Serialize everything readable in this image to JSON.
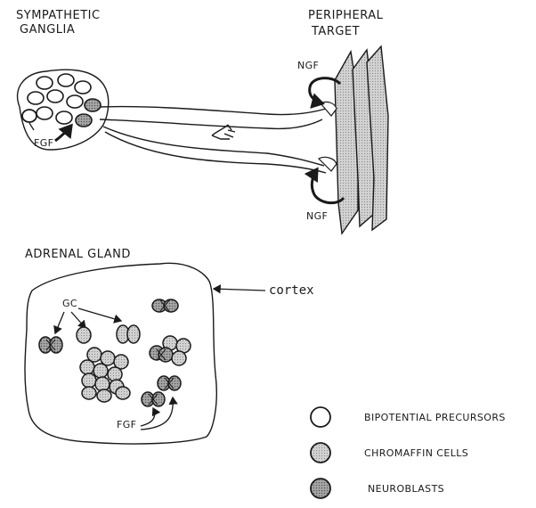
{
  "labels": {
    "sympathetic_ganglia_line1": "SYMPATHETIC",
    "sympathetic_ganglia_line2": "GANGLIA",
    "peripheral_target_line1": "PERIPHERAL",
    "peripheral_target_line2": "TARGET",
    "ngf_top": "NGF",
    "ngf_bottom": "NGF",
    "fgf_ganglia": "FGF",
    "adrenal_gland": "ADRENAL GLAND",
    "gc": "GC",
    "cortex": "cortex",
    "fgf_adrenal": "FGF"
  },
  "legend": [
    {
      "label": "BIPOTENTIAL PRECURSORS",
      "style": "precursor",
      "color": "#ffffff"
    },
    {
      "label": "CHROMAFFIN CELLS",
      "style": "chromaffin",
      "color": "#c8c8c8"
    },
    {
      "label": "NEUROBLASTS",
      "style": "neuroblast",
      "color": "#9a9a9a"
    }
  ],
  "colors": {
    "precursor_fill": "#ffffff",
    "chromaffin_fill": "#c8c8c8",
    "neuroblast_fill": "#9a9a9a",
    "target_fill": "#c4c4c4",
    "ink": "#1a1a1a"
  }
}
